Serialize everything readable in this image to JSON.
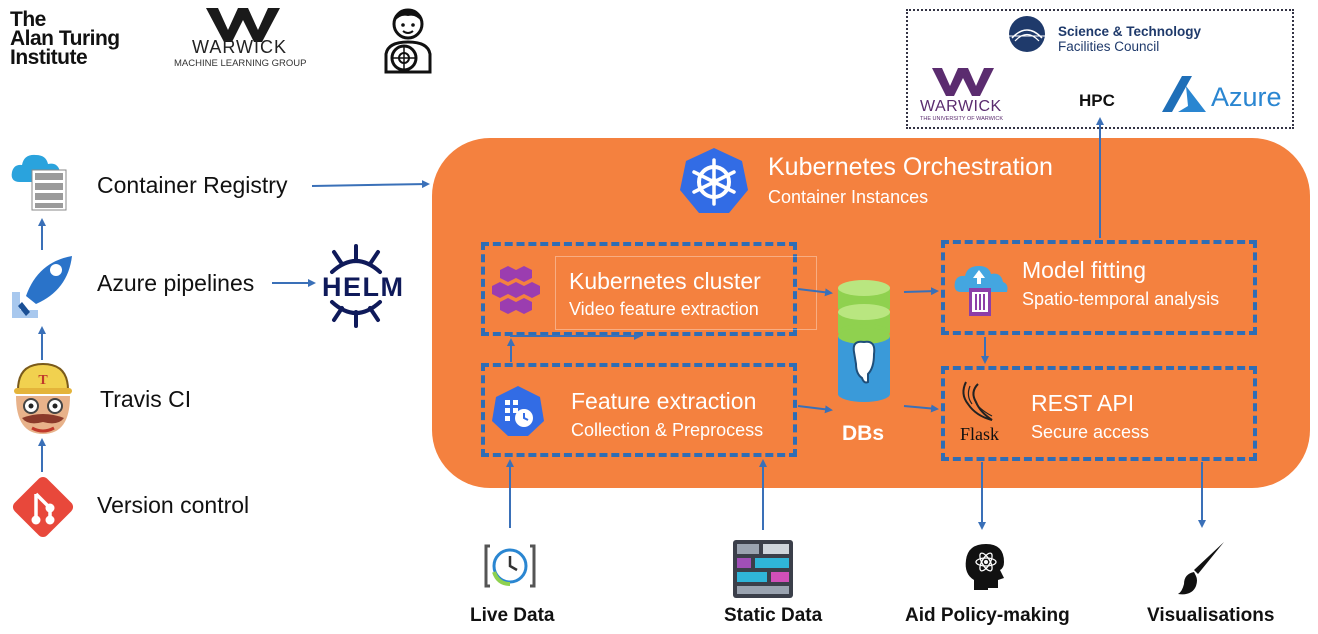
{
  "logos": {
    "turing": [
      "The",
      "Alan Turing",
      "Institute"
    ],
    "warwick_ml": {
      "name": "WARWICK",
      "sub": "MACHINE LEARNING GROUP"
    },
    "stfc": [
      "Science & Technology",
      "Facilities Council"
    ],
    "warwick_uni": {
      "name": "WARWICK",
      "sub": "THE UNIVERSITY OF WARWICK"
    },
    "azure": "Azure"
  },
  "hpc_label": "HPC",
  "devops": [
    {
      "label": "Container Registry",
      "icon": "cloud-registry-icon"
    },
    {
      "label": "Azure pipelines",
      "icon": "azure-pipelines-icon"
    },
    {
      "label": "Travis CI",
      "icon": "travis-mascot-icon"
    },
    {
      "label": "Version control",
      "icon": "git-icon"
    }
  ],
  "helm": "HELM",
  "orchestration": {
    "title": "Kubernetes Orchestration",
    "subtitle": "Container Instances"
  },
  "modules": {
    "cluster": {
      "title": "Kubernetes cluster",
      "subtitle": "Video feature extraction"
    },
    "feature": {
      "title": "Feature extraction",
      "subtitle": "Collection & Preprocess"
    },
    "model": {
      "title": "Model fitting",
      "subtitle": "Spatio-temporal analysis"
    },
    "api": {
      "title": "REST API",
      "subtitle": "Secure access",
      "flask": "Flask"
    }
  },
  "dbs_label": "DBs",
  "outputs": {
    "live": "Live Data",
    "static": "Static Data",
    "policy": "Aid Policy-making",
    "vis": "Visualisations"
  },
  "colors": {
    "orange": "#f4813f",
    "dash_blue": "#2f6db5",
    "arrow_blue": "#3a70b8",
    "k8s_blue": "#326ce5",
    "warwick_purple": "#5b2c6f",
    "azure_blue": "#2a86d1",
    "db_green": "#8fd14f",
    "db_blue": "#3a9ad9"
  }
}
